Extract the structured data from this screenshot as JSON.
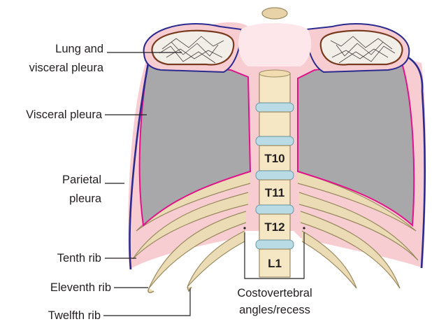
{
  "colors": {
    "parietal_pleura": "#f7cdd2",
    "parietal_outline": "#2b2a8f",
    "visceral_outline": "#e0148a",
    "lung_cavity": "#a8a8aa",
    "rib": "#ecdcb6",
    "rib_outline": "#9a8a60",
    "vertebra": "#f5e7c4",
    "disc": "#b9dbe6",
    "lung_tissue": "#7a3a1e"
  },
  "labels": {
    "lung_line1": "Lung and",
    "lung_line2": "visceral pleura",
    "visceral": "Visceral pleura",
    "parietal_line1": "Parietal",
    "parietal_line2": "pleura",
    "tenth_rib": "Tenth rib",
    "eleventh_rib": "Eleventh rib",
    "twelfth_rib": "Twelfth rib",
    "costo_line1": "Costovertebral",
    "costo_line2": "angles/recess"
  },
  "vertebrae": [
    "T10",
    "T11",
    "T12",
    "L1"
  ]
}
